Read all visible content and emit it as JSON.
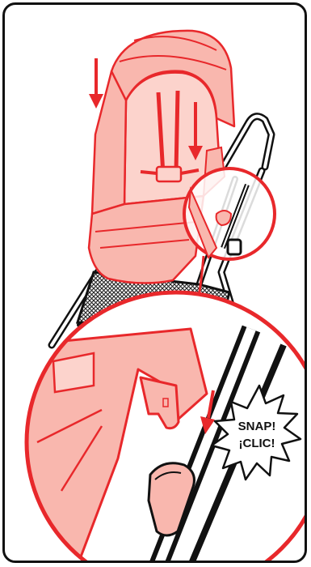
{
  "callout": {
    "line1": "SNAP!",
    "line2": "¡CLIC!"
  },
  "colors": {
    "accent": "#e8282b",
    "seat_fill": "#f9b7ae",
    "seat_fill_light": "#fcd3cc",
    "frame": "#111111",
    "mesh": "#222222"
  },
  "icons": {
    "down_arrow": "down-arrow-icon",
    "starburst": "starburst-callout"
  }
}
